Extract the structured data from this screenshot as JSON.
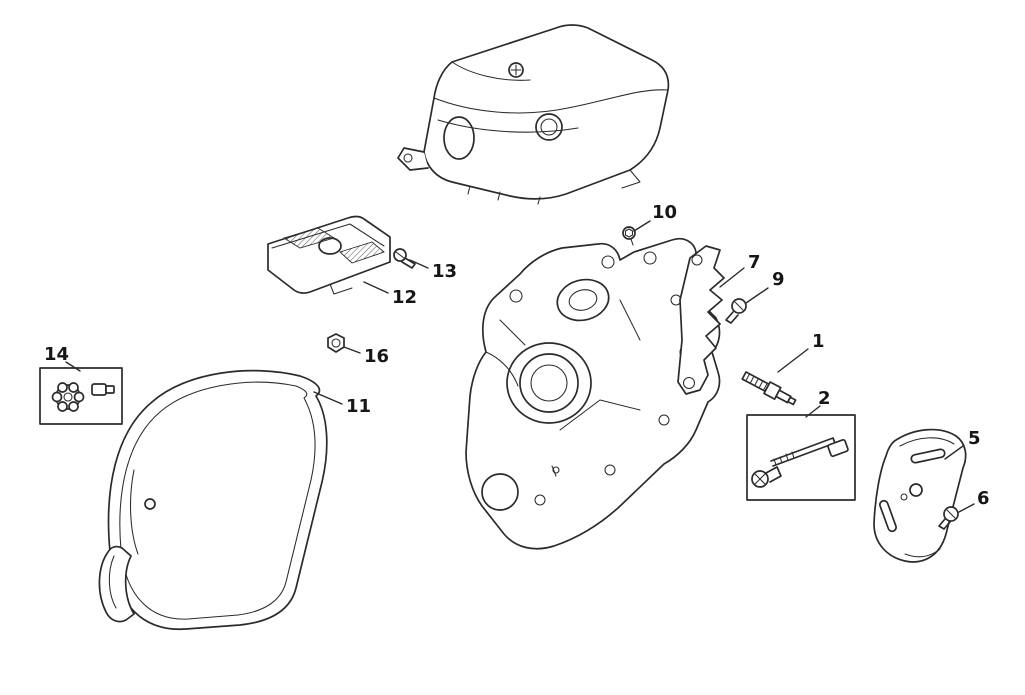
{
  "page": {
    "background": "#ffffff",
    "ink": "#2b2b2b",
    "label_color": "#161616"
  },
  "callouts": [
    {
      "number": "1"
    },
    {
      "number": "2"
    },
    {
      "number": "5"
    },
    {
      "number": "6"
    },
    {
      "number": "7"
    },
    {
      "number": "9"
    },
    {
      "number": "10"
    },
    {
      "number": "11"
    },
    {
      "number": "12"
    },
    {
      "number": "13"
    },
    {
      "number": "14"
    },
    {
      "number": "16"
    }
  ]
}
